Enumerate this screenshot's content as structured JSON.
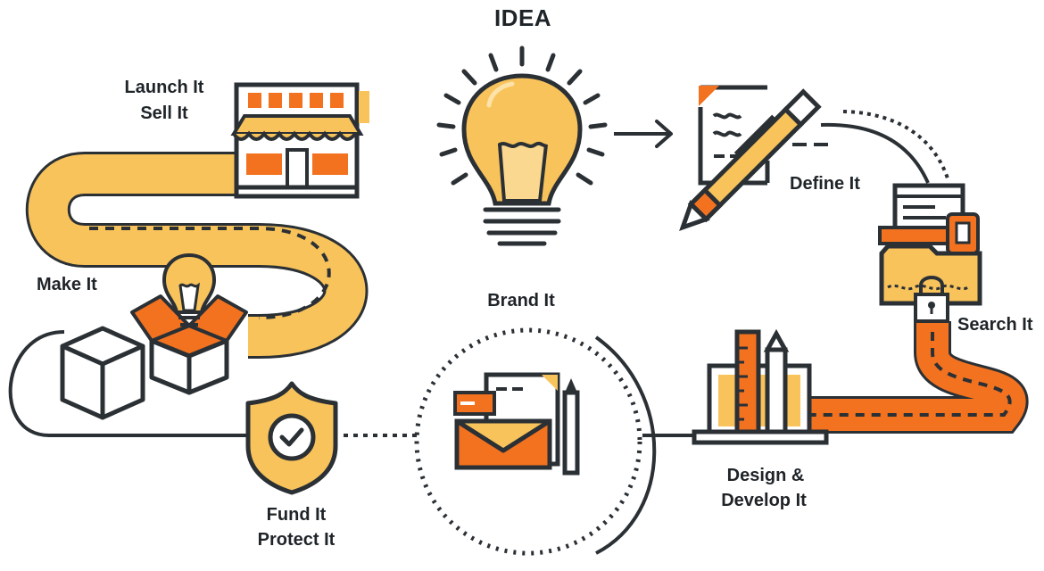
{
  "title": "IDEA",
  "steps": {
    "define": "Define It",
    "search": "Search It",
    "design_1": "Design &",
    "design_2": "Develop It",
    "brand": "Brand It",
    "fund_1": "Fund It",
    "fund_2": "Protect It",
    "make": "Make It",
    "launch_1": "Launch It",
    "launch_2": "Sell It"
  },
  "icons": [
    "lightbulb-icon",
    "document-pen-icon",
    "folder-key-lock-icon",
    "laptop-ruler-pencil-icon",
    "envelope-pencil-icon",
    "shield-check-icon",
    "boxes-lightbulb-icon",
    "storefront-icon"
  ],
  "colors": {
    "dark": "#2b3035",
    "yellow": "#f8c35b",
    "orange": "#f27220",
    "light_yellow": "#fbd88f"
  }
}
